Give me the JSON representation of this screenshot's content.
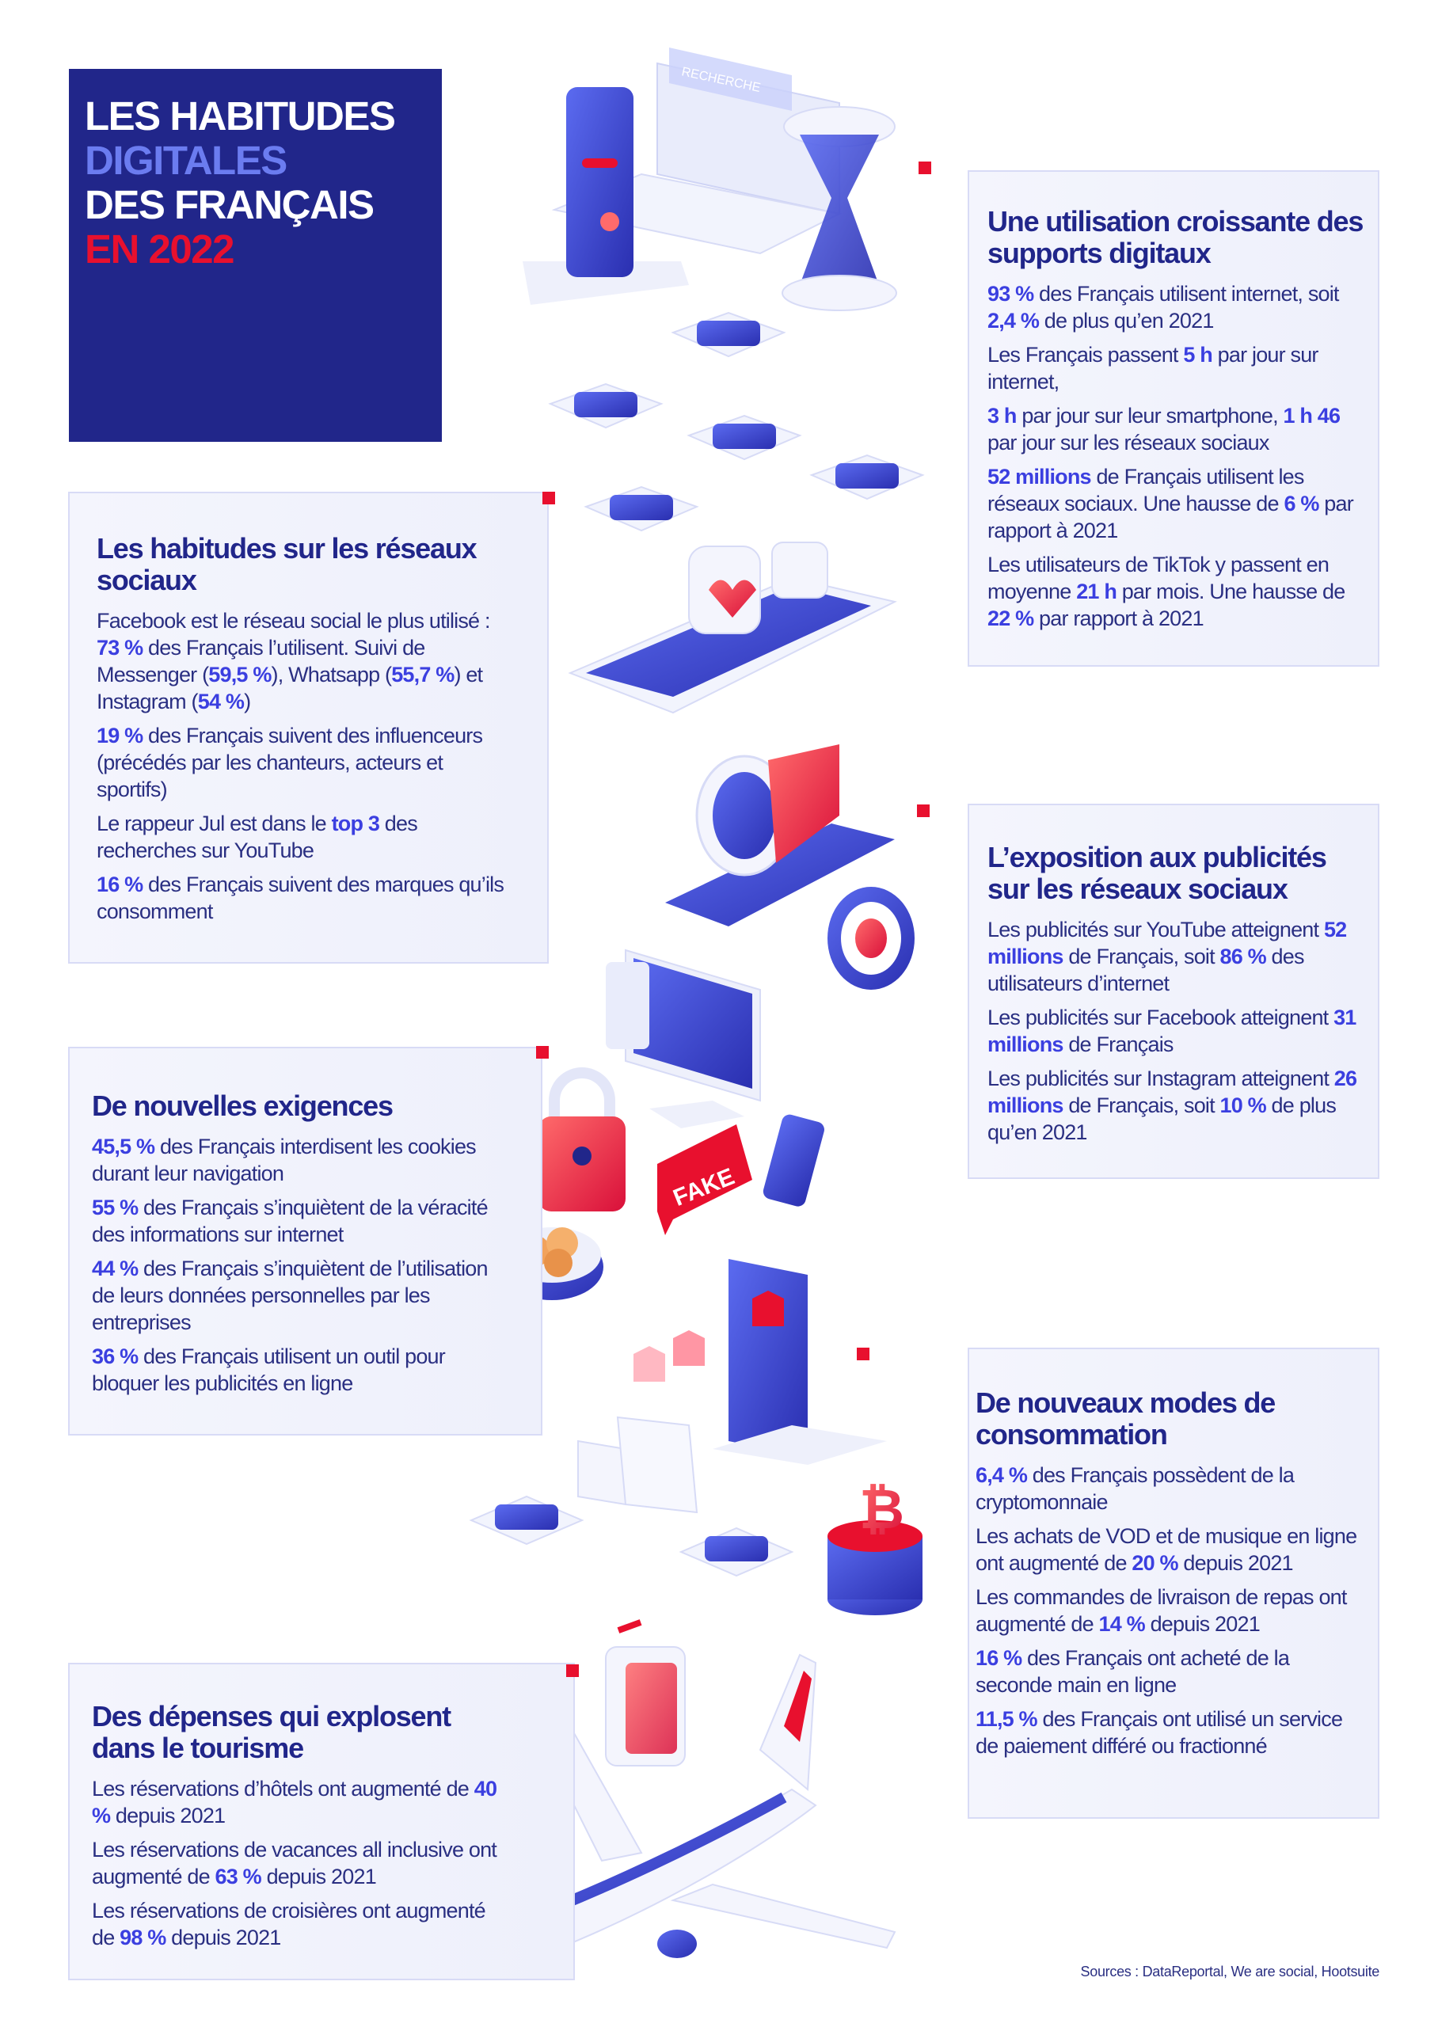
{
  "title": {
    "line1": "LES HABITUDES",
    "line2": "DIGITALES",
    "line3": "DES FRANÇAIS",
    "line4": "EN 2022"
  },
  "colors": {
    "navy": "#21268a",
    "accent": "#3b3fe0",
    "light_blue": "#6b7cf0",
    "red": "#e8102e",
    "panel": "#f0f1fb"
  },
  "illustration_labels": {
    "search_bar": "RECHERCHE",
    "fake_badge": "FAKE"
  },
  "sections": [
    {
      "heading": "Une utilisation croissante des supports digitaux",
      "items": [
        [
          {
            "b": "93 %"
          },
          {
            "t": " des Français utilisent internet, soit "
          },
          {
            "b": "2,4 %"
          },
          {
            "t": " de plus qu’en 2021"
          }
        ],
        [
          {
            "t": "Les Français passent "
          },
          {
            "b": "5 h"
          },
          {
            "t": " par jour sur internet,"
          }
        ],
        [
          {
            "b": "3 h"
          },
          {
            "t": " par jour sur leur smartphone, "
          },
          {
            "b": "1 h 46"
          },
          {
            "t": " par jour sur les réseaux sociaux"
          }
        ],
        [
          {
            "b": "52 millions"
          },
          {
            "t": " de Français utilisent les réseaux sociaux. Une hausse de "
          },
          {
            "b": "6 %"
          },
          {
            "t": " par rapport à 2021"
          }
        ],
        [
          {
            "t": "Les utilisateurs de TikTok y passent en moyenne "
          },
          {
            "b": "21 h"
          },
          {
            "t": " par mois. Une hausse de "
          },
          {
            "b": "22 %"
          },
          {
            "t": " par rapport à 2021"
          }
        ]
      ]
    },
    {
      "heading": "Les habitudes sur les réseaux sociaux",
      "items": [
        [
          {
            "t": "Facebook est le réseau social le plus utilisé : "
          },
          {
            "b": "73 %"
          },
          {
            "t": " des Français l’utilisent. Suivi de Messenger ("
          },
          {
            "b": "59,5 %"
          },
          {
            "t": "), Whatsapp ("
          },
          {
            "b": "55,7 %"
          },
          {
            "t": ") et Instagram ("
          },
          {
            "b": "54 %"
          },
          {
            "t": ")"
          }
        ],
        [
          {
            "b": "19 %"
          },
          {
            "t": " des Français suivent des influenceurs (précédés par les chanteurs, acteurs et sportifs)"
          }
        ],
        [
          {
            "t": "Le rappeur Jul est dans le "
          },
          {
            "b": "top 3"
          },
          {
            "t": " des recherches sur YouTube"
          }
        ],
        [
          {
            "b": "16 %"
          },
          {
            "t": " des Français suivent des marques qu’ils consomment"
          }
        ]
      ]
    },
    {
      "heading": "L’exposition aux publicités sur les réseaux sociaux",
      "items": [
        [
          {
            "t": "Les publicités sur YouTube atteignent "
          },
          {
            "b": "52 millions"
          },
          {
            "t": " de Français, soit "
          },
          {
            "b": "86 %"
          },
          {
            "t": " des utilisateurs d’internet"
          }
        ],
        [
          {
            "t": "Les publicités sur Facebook atteignent "
          },
          {
            "b": "31 millions"
          },
          {
            "t": " de Français"
          }
        ],
        [
          {
            "t": "Les publicités sur Instagram atteignent "
          },
          {
            "b": "26 millions"
          },
          {
            "t": " de Français, soit "
          },
          {
            "b": "10 %"
          },
          {
            "t": " de plus qu’en 2021"
          }
        ]
      ]
    },
    {
      "heading": "De nouvelles exigences",
      "items": [
        [
          {
            "b": "45,5 %"
          },
          {
            "t": " des Français interdisent les cookies durant leur navigation"
          }
        ],
        [
          {
            "b": "55 %"
          },
          {
            "t": " des Français s’inquiètent de la véracité des informations sur internet"
          }
        ],
        [
          {
            "b": "44 %"
          },
          {
            "t": " des Français s’inquiètent de l’utilisation de leurs données personnelles par les entreprises"
          }
        ],
        [
          {
            "b": "36 %"
          },
          {
            "t": " des Français utilisent un outil pour bloquer les publicités en ligne"
          }
        ]
      ]
    },
    {
      "heading": "De nouveaux modes de consommation",
      "items": [
        [
          {
            "b": "6,4 %"
          },
          {
            "t": " des Français possèdent de la cryptomonnaie"
          }
        ],
        [
          {
            "t": "Les achats de VOD et de musique en ligne ont augmenté de "
          },
          {
            "b": "20 %"
          },
          {
            "t": " depuis 2021"
          }
        ],
        [
          {
            "t": "Les commandes de livraison de repas ont augmenté de "
          },
          {
            "b": "14 %"
          },
          {
            "t": " depuis 2021"
          }
        ],
        [
          {
            "b": "16 %"
          },
          {
            "t": " des Français ont acheté de la seconde main en ligne"
          }
        ],
        [
          {
            "b": "11,5 %"
          },
          {
            "t": " des Français ont utilisé un service de paiement différé ou fractionné"
          }
        ]
      ]
    },
    {
      "heading": "Des dépenses qui explosent dans le tourisme",
      "items": [
        [
          {
            "t": "Les réservations d’hôtels ont augmenté de "
          },
          {
            "b": "40 %"
          },
          {
            "t": " depuis 2021"
          }
        ],
        [
          {
            "t": "Les réservations de vacances all inclusive ont augmenté de "
          },
          {
            "b": "63 %"
          },
          {
            "t": " depuis 2021"
          }
        ],
        [
          {
            "t": "Les réservations de croisières ont augmenté de "
          },
          {
            "b": "98 %"
          },
          {
            "t": " depuis 2021"
          }
        ]
      ]
    }
  ],
  "sources": "Sources : DataReportal, We are social, Hootsuite"
}
